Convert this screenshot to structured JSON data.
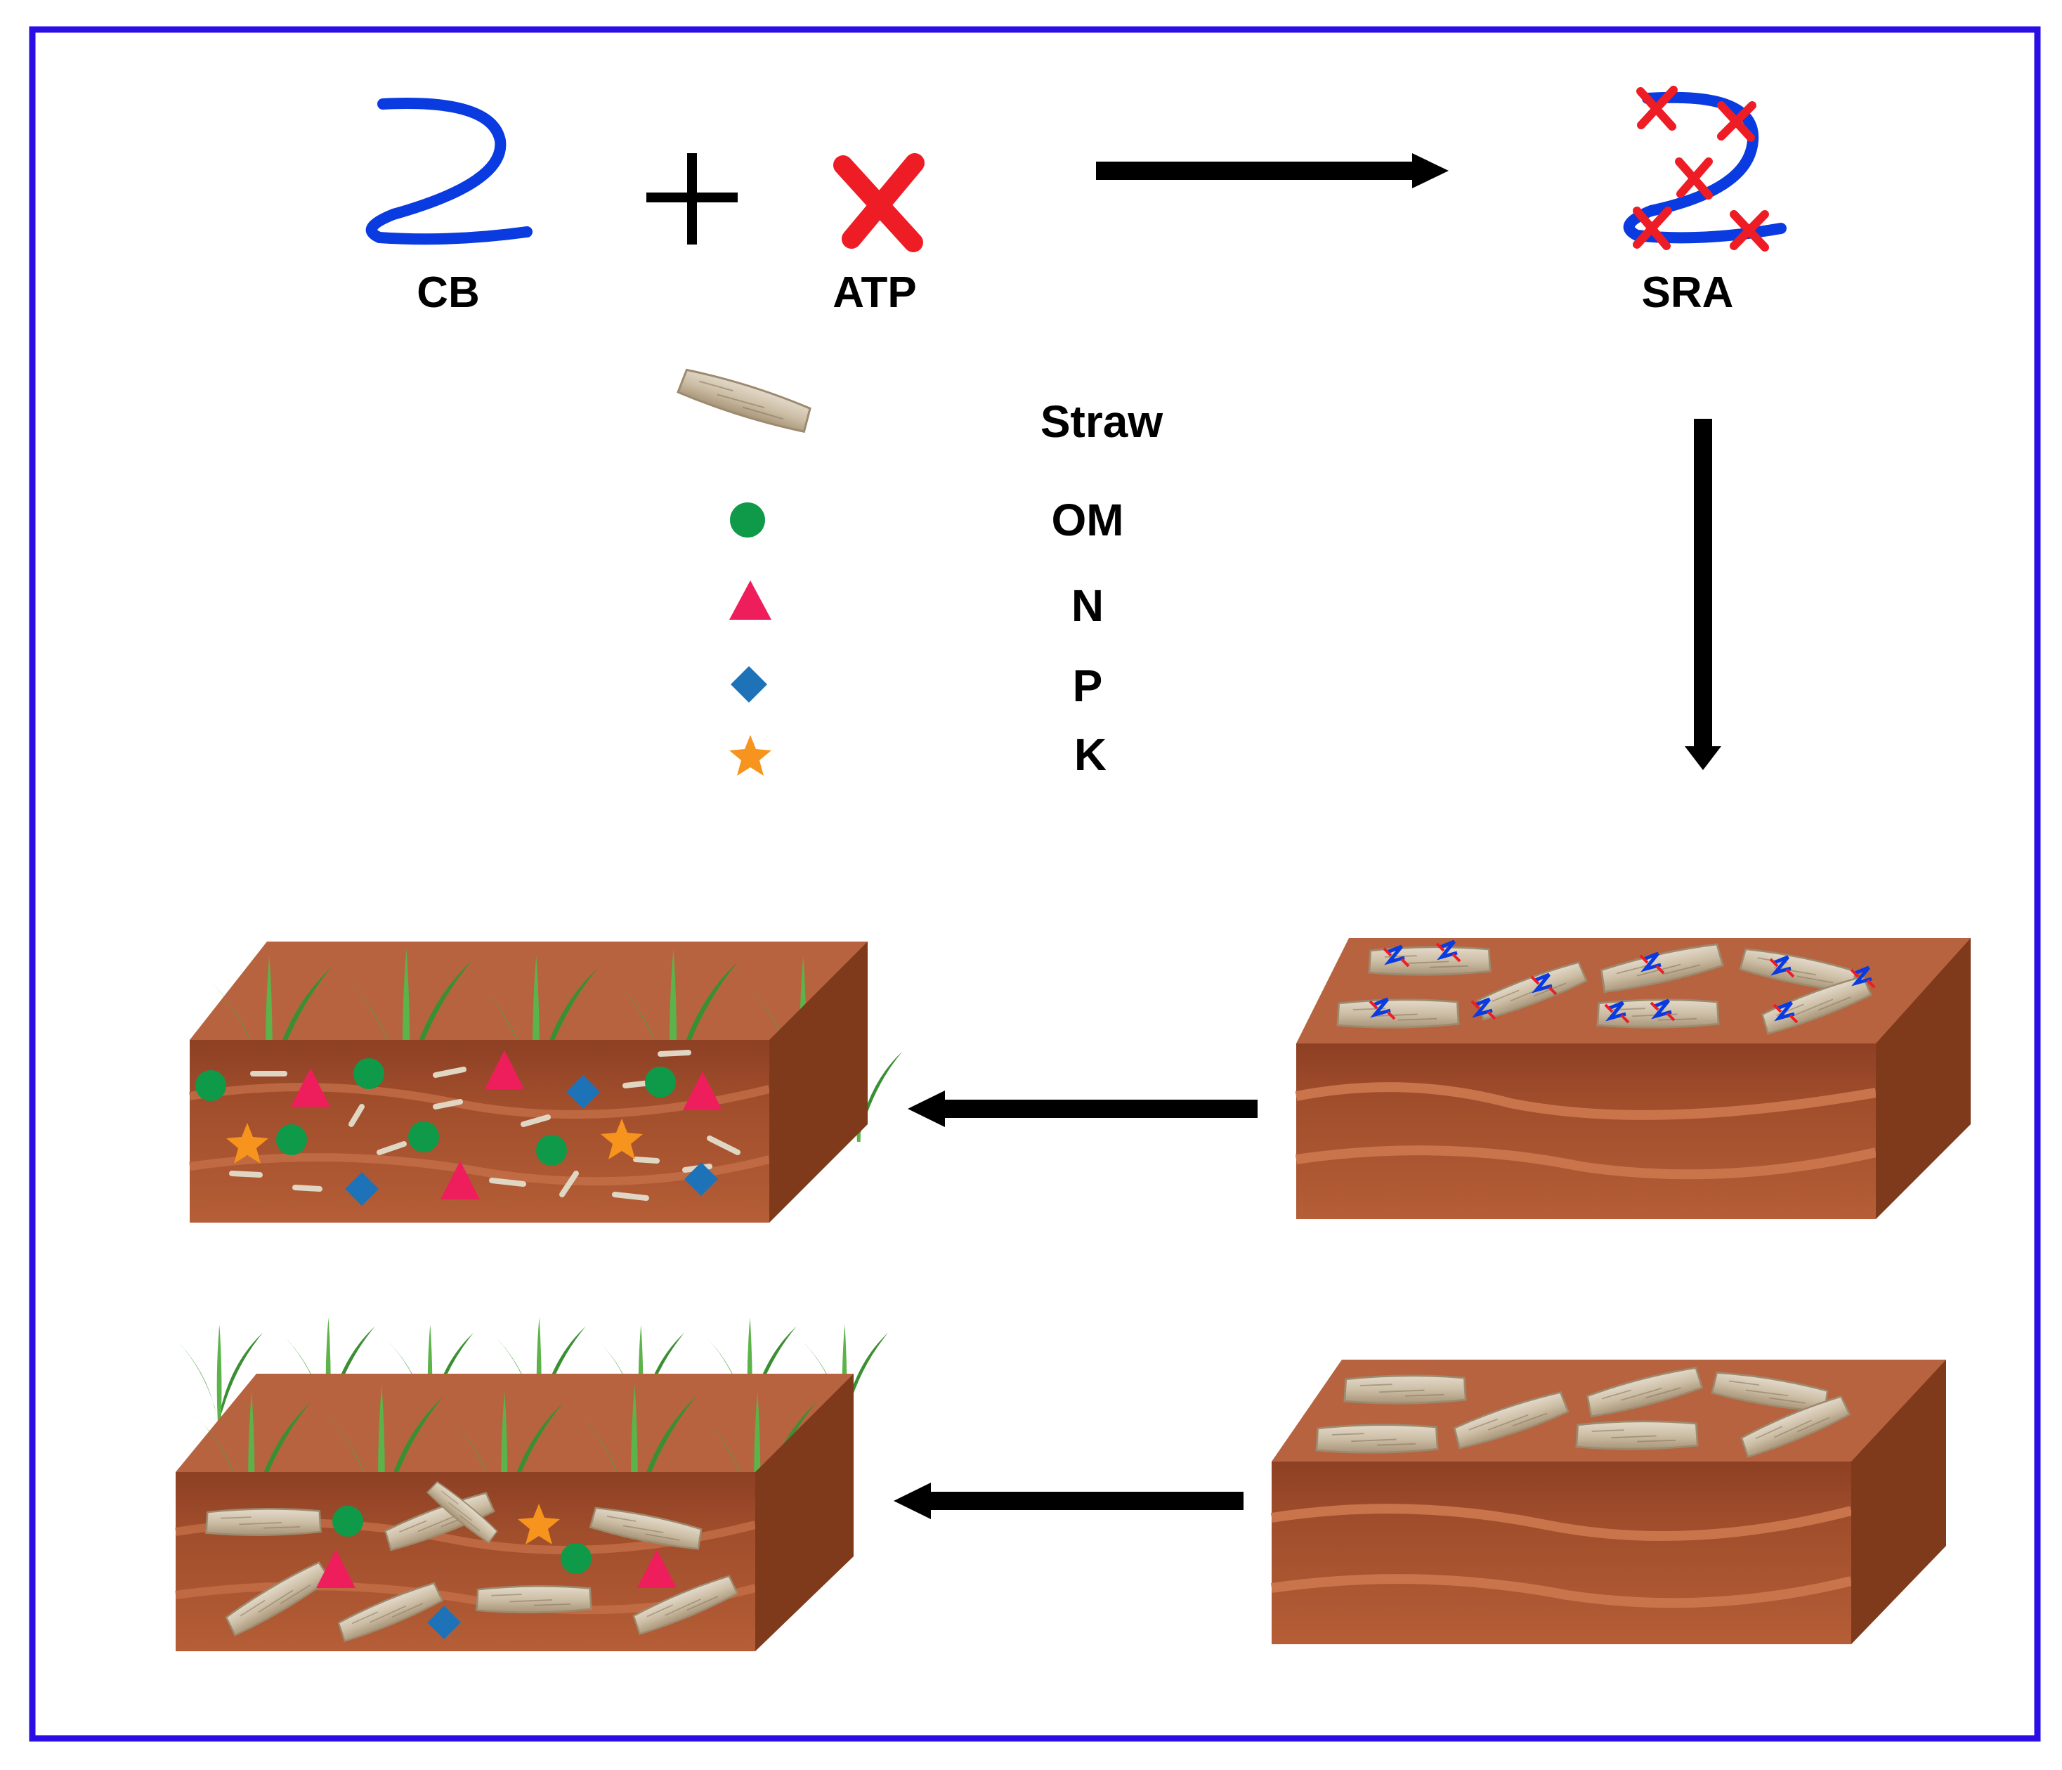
{
  "labels": {
    "cb": "CB",
    "atp": "ATP",
    "sra": "SRA"
  },
  "legend": [
    {
      "label": "Straw",
      "icon": "straw-icon"
    },
    {
      "label": "OM",
      "icon": "circle-icon",
      "color": "#0e9a48"
    },
    {
      "label": "N",
      "icon": "triangle-icon",
      "color": "#ee1e5c"
    },
    {
      "label": "P",
      "icon": "diamond-icon",
      "color": "#1e73b8"
    },
    {
      "label": "K",
      "icon": "star-icon",
      "color": "#f7941d"
    }
  ],
  "colors": {
    "frame": "#2b0ee6",
    "cb_strand": "#0a3be0",
    "atp_cross": "#ee1c24",
    "soil_top": "#b8633f",
    "soil_front": "#9a4a2a",
    "soil_side": "#7f3a1c",
    "straw": "#cfc3ad",
    "plant": "#3f9b37"
  }
}
